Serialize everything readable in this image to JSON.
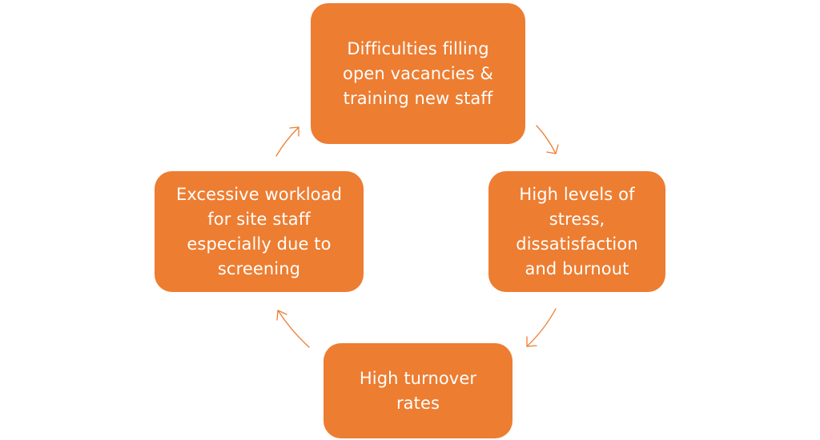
{
  "theme": {
    "box_fill": "#ED7D31",
    "box_text": "#ffffff",
    "arrow_color": "#ED7D31"
  },
  "cycle": {
    "top": "Difficulties filling\nopen vacancies &\ntraining new staff",
    "right": "High levels of\nstress,\ndissatisfaction\nand burnout",
    "bottom": "High turnover\nrates",
    "left": "Excessive workload\nfor site staff\nespecially due to\nscreening"
  },
  "arrows": [
    "arrow-top-to-right",
    "arrow-right-to-bottom",
    "arrow-bottom-to-left",
    "arrow-left-to-top"
  ]
}
